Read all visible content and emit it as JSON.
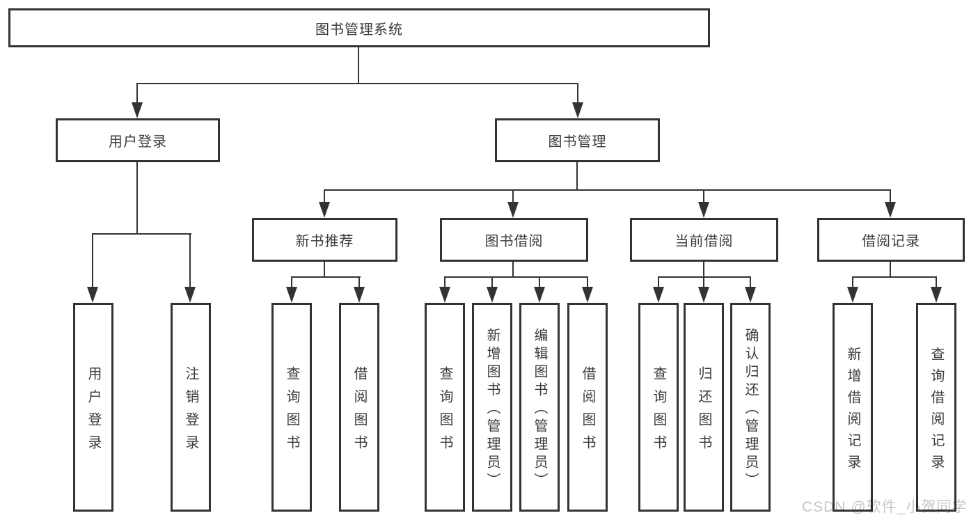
{
  "diagram": {
    "root": {
      "label": "图书管理系统"
    },
    "level1": [
      {
        "id": "user-login",
        "label": "用户登录"
      },
      {
        "id": "book-management",
        "label": "图书管理"
      }
    ],
    "level2": [
      {
        "id": "new-book-recommend",
        "label": "新书推荐"
      },
      {
        "id": "book-borrow",
        "label": "图书借阅"
      },
      {
        "id": "current-borrow",
        "label": "当前借阅"
      },
      {
        "id": "borrow-records",
        "label": "借阅记录"
      }
    ],
    "leaves": {
      "user_login": [
        "用户登录",
        "注销登录"
      ],
      "new_book_recommend": [
        "查询图书",
        "借阅图书"
      ],
      "book_borrow": [
        "查询图书",
        "新增图书（管理员）",
        "编辑图书（管理员）",
        "借阅图书"
      ],
      "current_borrow": [
        "查询图书",
        "归还图书",
        "确认归还（管理员）"
      ],
      "borrow_records": [
        "新增借阅记录",
        "查询借阅记录"
      ]
    },
    "watermark": "CSDN @软件_小贺同学",
    "colors": {
      "line": "#333333",
      "text": "#3b3b3b",
      "background": "#ffffff",
      "watermark": "#c7c7c7"
    }
  }
}
